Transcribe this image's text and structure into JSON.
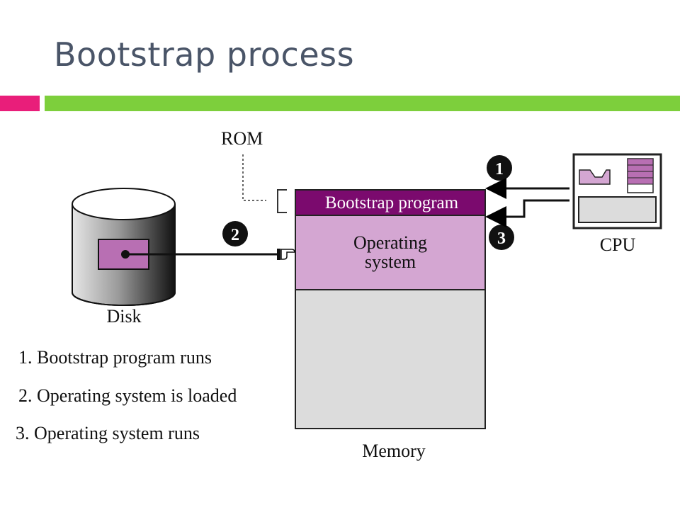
{
  "slide": {
    "title": "Bootstrap process",
    "accent_colors": {
      "pink": "#e91e7a",
      "green": "#7dcf3c"
    }
  },
  "diagram": {
    "labels": {
      "rom": "ROM",
      "bootstrap_program": "Bootstrap program",
      "operating_system_line1": "Operating",
      "operating_system_line2": "system",
      "disk": "Disk",
      "cpu": "CPU",
      "memory": "Memory"
    },
    "markers": {
      "step1": "1",
      "step2": "2",
      "step3": "3"
    },
    "steps": [
      "1. Bootstrap program runs",
      "2. Operating system is loaded",
      "3. Operating system runs"
    ],
    "colors": {
      "bootstrap": "#7b0a6e",
      "operating_system": "#d4a6d2",
      "memory": "#dcdcdc",
      "disk_module": "#b86fb3"
    }
  }
}
